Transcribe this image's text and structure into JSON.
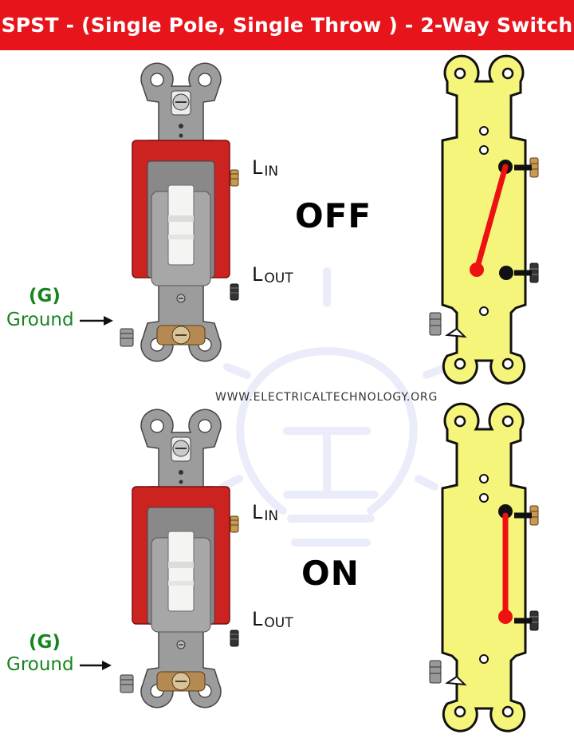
{
  "title": "SPST - (Single Pole, Single Throw ) - 2-Way Switch",
  "watermark": "WWW.ELECTRICALTECHNOLOGY.ORG",
  "states": {
    "off": "OFF",
    "on": "ON"
  },
  "terminals": {
    "l": "L",
    "in": "IN",
    "out": "OUT"
  },
  "ground": {
    "tag": "(G)",
    "label": "Ground"
  },
  "colors": {
    "banner": "#e8141c",
    "body_red": "#cc2220",
    "yellow": "#f5f57c",
    "wire_red": "#ee1111",
    "ground_green": "#17851f"
  }
}
